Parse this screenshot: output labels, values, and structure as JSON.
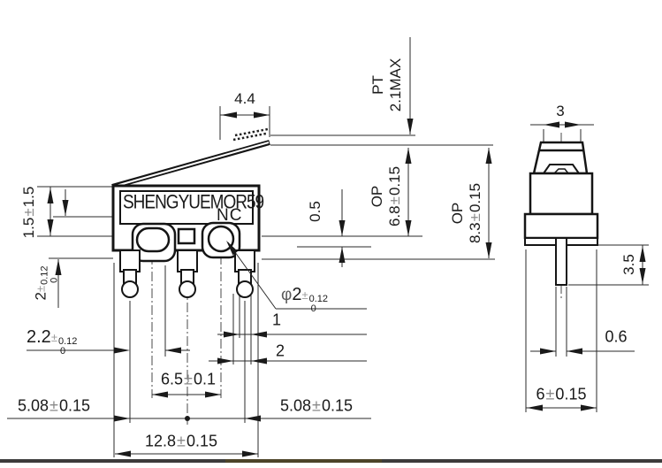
{
  "symbols": {
    "plus_minus": "±",
    "diameter": "φ"
  },
  "front_view": {
    "brand": "SHENGYUEMOR59",
    "contact_label": "NC",
    "dim_lever_tip": "4.4",
    "dim_pretravel": {
      "line1": "PT",
      "line2": "2.1MAX"
    },
    "dim_overtravel": "0.5",
    "dim_op_high": {
      "line1": "OP",
      "value": "6.8",
      "tol": "0.15"
    },
    "dim_op_full": {
      "line1": "OP",
      "value": "8.3",
      "tol": "0.15"
    },
    "dim_free_position": {
      "value": "1.5",
      "tol": "1.5"
    },
    "dim_slot_width": {
      "value": "2",
      "upper": "0.12",
      "lower": "0"
    },
    "dim_slot_width2": {
      "value": "2.2",
      "upper": "0.12",
      "lower": "0"
    },
    "dim_hole": {
      "value": "2",
      "upper": "0.12",
      "lower": "0"
    },
    "dim_pin_gap_small": "1",
    "dim_pin_gap_large": "2",
    "dim_hole_pitch": {
      "value": "6.5",
      "tol": "0.1"
    },
    "dim_pin_pitch_left": {
      "value": "5.08",
      "tol": "0.15"
    },
    "dim_pin_pitch_right": {
      "value": "5.08",
      "tol": "0.15"
    },
    "dim_body_width": {
      "value": "12.8",
      "tol": "0.15"
    }
  },
  "side_view": {
    "dim_button_width": "3",
    "dim_pin_length": "3.5",
    "dim_pin_width": "0.6",
    "dim_body_depth": {
      "value": "6",
      "tol": "0.15"
    }
  }
}
